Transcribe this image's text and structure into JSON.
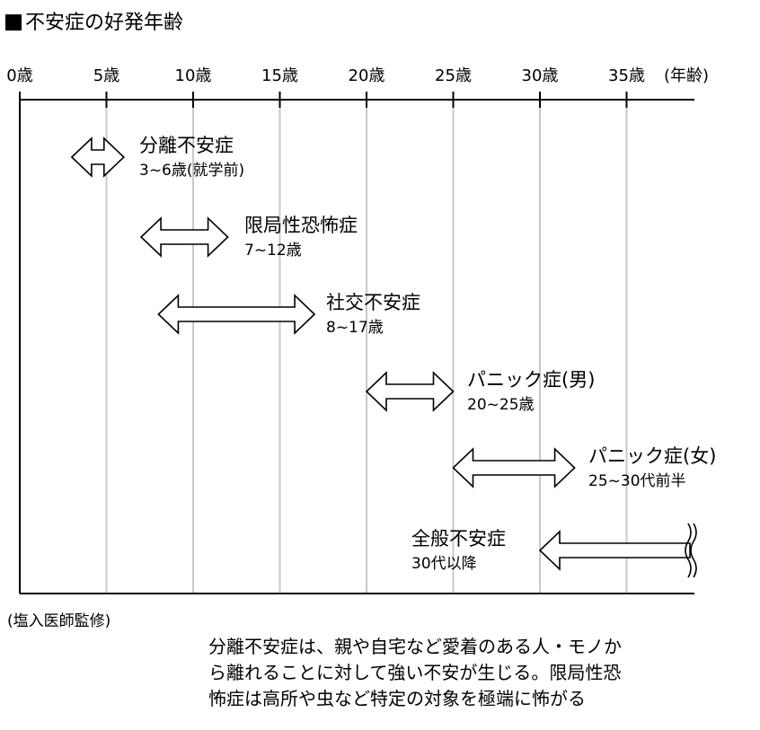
{
  "title": "不安症の好発年齢",
  "source": "(塩入医師監修)",
  "caption_lines": [
    "分離不安症は、親や自宅など愛着のある人・モノか",
    "ら離れることに対して強い不安が生じる。限局性恐",
    "怖症は高所や虫など特定の対象を極端に怖がる"
  ],
  "chart_data": {
    "type": "range",
    "xlabel": "(年齢)",
    "xlim": [
      0,
      39
    ],
    "ticks": [
      0,
      5,
      10,
      15,
      20,
      25,
      30,
      35
    ],
    "tick_labels": [
      "0歳",
      "5歳",
      "10歳",
      "15歳",
      "20歳",
      "25歳",
      "30歳",
      "35歳"
    ],
    "grid": true,
    "series": [
      {
        "name": "分離不安症",
        "range_label": "3~6歳(就学前)",
        "start": 3,
        "end": 6,
        "open_end": false
      },
      {
        "name": "限局性恐怖症",
        "range_label": "7~12歳",
        "start": 7,
        "end": 12,
        "open_end": false
      },
      {
        "name": "社交不安症",
        "range_label": "8~17歳",
        "start": 8,
        "end": 17,
        "open_end": false
      },
      {
        "name": "パニック症(男)",
        "range_label": "20~25歳",
        "start": 20,
        "end": 25,
        "open_end": false
      },
      {
        "name": "パニック症(女)",
        "range_label": "25~30代前半",
        "start": 25,
        "end": 32,
        "open_end": false
      },
      {
        "name": "全般不安症",
        "range_label": "30代以降",
        "start": 30,
        "end": 39,
        "open_end": true
      }
    ]
  }
}
